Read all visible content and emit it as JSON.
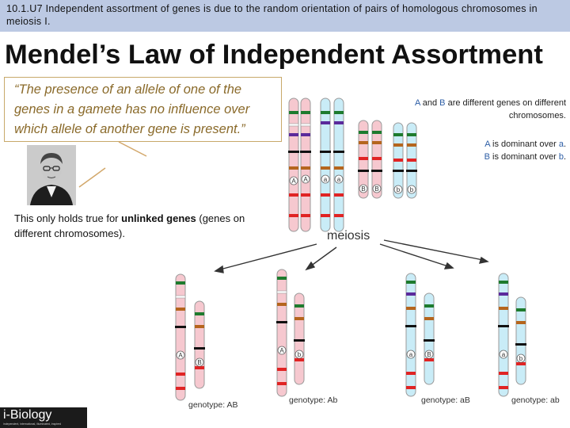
{
  "header": {
    "text": "10.1.U7 Independent assortment of genes is due to the random orientation of pairs of homologous chromosomes in meiosis I."
  },
  "title": "Mendel’s Law of Independent Assortment",
  "quote": "“The presence of an allele of one of the genes in a gamete has no influence over which allele of another gene is present.”",
  "unlinked": {
    "prefix": "This only holds true for ",
    "bold": "unlinked genes",
    "suffix": " (genes on different chromosomes)."
  },
  "notes": {
    "ab_a": "A",
    "ab_and": " and ",
    "ab_b": "B",
    "ab_rest": " are different genes on different chromosomes.",
    "dom1_a": "A",
    "dom1_mid": " is dominant over ",
    "dom1_b": "a",
    "dom1_end": ".",
    "dom2_a": "B",
    "dom2_mid": " is dominant over ",
    "dom2_b": "b",
    "dom2_end": "."
  },
  "diagram": {
    "meiosis_label": "meiosis",
    "alleles_top": [
      "A",
      "A",
      "a",
      "a",
      "B",
      "B",
      "b",
      "b"
    ],
    "gametes": [
      {
        "genotype": "genotype: AB",
        "alleles": [
          "A",
          "B"
        ]
      },
      {
        "genotype": "genotype: Ab",
        "alleles": [
          "A",
          "b"
        ]
      },
      {
        "genotype": "genotype: aB",
        "alleles": [
          "a",
          "B"
        ]
      },
      {
        "genotype": "genotype: ab",
        "alleles": [
          "a",
          "b"
        ]
      }
    ],
    "colors": {
      "pink": "#f6c8cf",
      "blue": "#c9ecf7",
      "outline": "#9a9a9a",
      "green": "#1e7b2e",
      "red": "#e02424",
      "purple": "#5b2a9b",
      "brown": "#b5651d",
      "centromere": "#111111"
    }
  },
  "logo": {
    "main": "i-Biology",
    "sub": "independent, international, illuminated, inspired"
  },
  "icons": [
    "mendel-portrait-icon",
    "arrow-icon"
  ]
}
